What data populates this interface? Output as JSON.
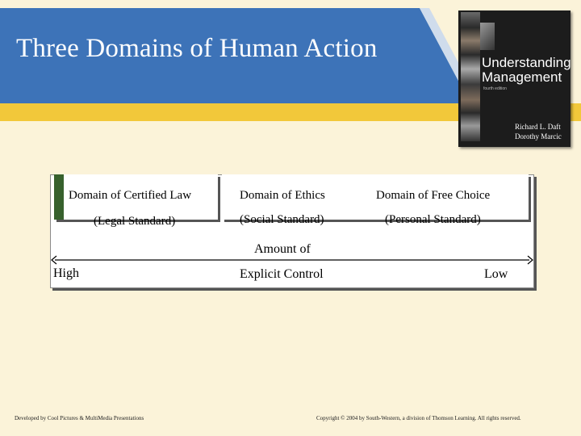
{
  "slide": {
    "title": "Three Domains of Human Action",
    "colors": {
      "banner_blue": "#3d73b8",
      "banner_yellow": "#f2c83a",
      "background": "#fbf3d9",
      "domain_green": "#37612d"
    }
  },
  "book_cover": {
    "title_line1": "Understanding",
    "title_line2": "Management",
    "edition": "fourth edition",
    "author1": "Richard L. Daft",
    "author2": "Dorothy Marcic"
  },
  "domains": [
    {
      "name": "Domain of Certified Law",
      "standard": "(Legal Standard)"
    },
    {
      "name": "Domain of Ethics",
      "standard": "(Social Standard)"
    },
    {
      "name": "Domain of Free Choice",
      "standard": "(Personal Standard)"
    }
  ],
  "axis": {
    "label_line1": "Amount of",
    "label_line2": "Explicit Control",
    "left_label": "High",
    "right_label": "Low"
  },
  "footer": {
    "left": "Developed by Cool Pictures & MultiMedia Presentations",
    "right": "Copyright © 2004 by South-Western, a division of Thomson Learning. All rights reserved."
  }
}
